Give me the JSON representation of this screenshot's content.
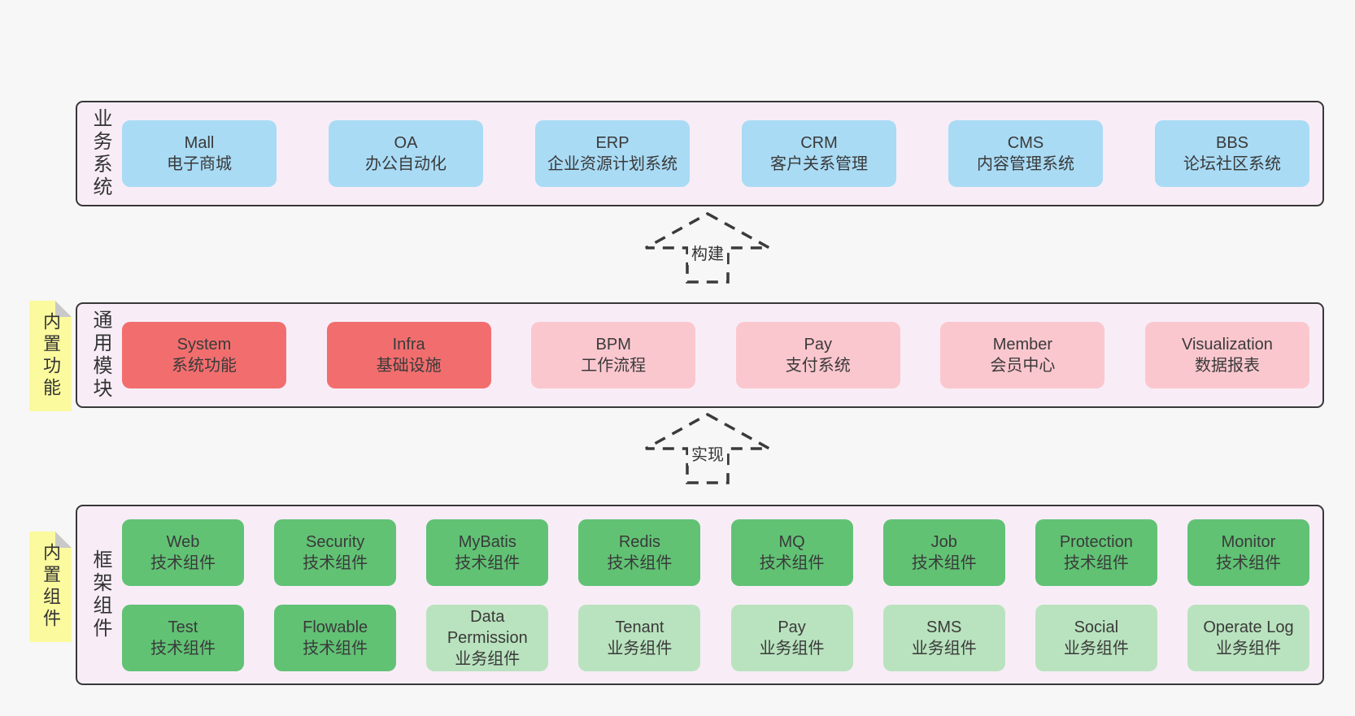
{
  "colors": {
    "page_bg": "#f7f7f7",
    "band_bg": "#f8edf7",
    "border": "#383838",
    "blue": "#a9dbf5",
    "red": "#f26e6e",
    "pink": "#fbc7ce",
    "green": "#61c274",
    "green_light": "#b9e3be",
    "sticky": "#fbfa9e",
    "fold": "#c9c9c9"
  },
  "arrows": [
    {
      "label": "构建"
    },
    {
      "label": "实现"
    }
  ],
  "bands": [
    {
      "label": "业务系统",
      "note": null,
      "rows": [
        [
          {
            "name": "Mall",
            "desc": "电子商城",
            "variant": "blue"
          },
          {
            "name": "OA",
            "desc": "办公自动化",
            "variant": "blue"
          },
          {
            "name": "ERP",
            "desc": "企业资源计划系统",
            "variant": "blue"
          },
          {
            "name": "CRM",
            "desc": "客户关系管理",
            "variant": "blue"
          },
          {
            "name": "CMS",
            "desc": "内容管理系统",
            "variant": "blue"
          },
          {
            "name": "BBS",
            "desc": "论坛社区系统",
            "variant": "blue"
          }
        ]
      ]
    },
    {
      "label": "通用模块",
      "note": "内置功能",
      "rows": [
        [
          {
            "name": "System",
            "desc": "系统功能",
            "variant": "red"
          },
          {
            "name": "Infra",
            "desc": "基础设施",
            "variant": "red"
          },
          {
            "name": "BPM",
            "desc": "工作流程",
            "variant": "pink"
          },
          {
            "name": "Pay",
            "desc": "支付系统",
            "variant": "pink"
          },
          {
            "name": "Member",
            "desc": "会员中心",
            "variant": "pink"
          },
          {
            "name": "Visualization",
            "desc": "数据报表",
            "variant": "pink"
          }
        ]
      ]
    },
    {
      "label": "框架组件",
      "note": "内置组件",
      "rows": [
        [
          {
            "name": "Web",
            "desc": "技术组件",
            "variant": "green"
          },
          {
            "name": "Security",
            "desc": "技术组件",
            "variant": "green"
          },
          {
            "name": "MyBatis",
            "desc": "技术组件",
            "variant": "green"
          },
          {
            "name": "Redis",
            "desc": "技术组件",
            "variant": "green"
          },
          {
            "name": "MQ",
            "desc": "技术组件",
            "variant": "green"
          },
          {
            "name": "Job",
            "desc": "技术组件",
            "variant": "green"
          },
          {
            "name": "Protection",
            "desc": "技术组件",
            "variant": "green"
          },
          {
            "name": "Monitor",
            "desc": "技术组件",
            "variant": "green"
          }
        ],
        [
          {
            "name": "Test",
            "desc": "技术组件",
            "variant": "green"
          },
          {
            "name": "Flowable",
            "desc": "技术组件",
            "variant": "green"
          },
          {
            "name": "Data Permission",
            "desc": "业务组件",
            "variant": "green-light"
          },
          {
            "name": "Tenant",
            "desc": "业务组件",
            "variant": "green-light"
          },
          {
            "name": "Pay",
            "desc": "业务组件",
            "variant": "green-light"
          },
          {
            "name": "SMS",
            "desc": "业务组件",
            "variant": "green-light"
          },
          {
            "name": "Social",
            "desc": "业务组件",
            "variant": "green-light"
          },
          {
            "name": "Operate Log",
            "desc": "业务组件",
            "variant": "green-light"
          }
        ]
      ]
    }
  ]
}
